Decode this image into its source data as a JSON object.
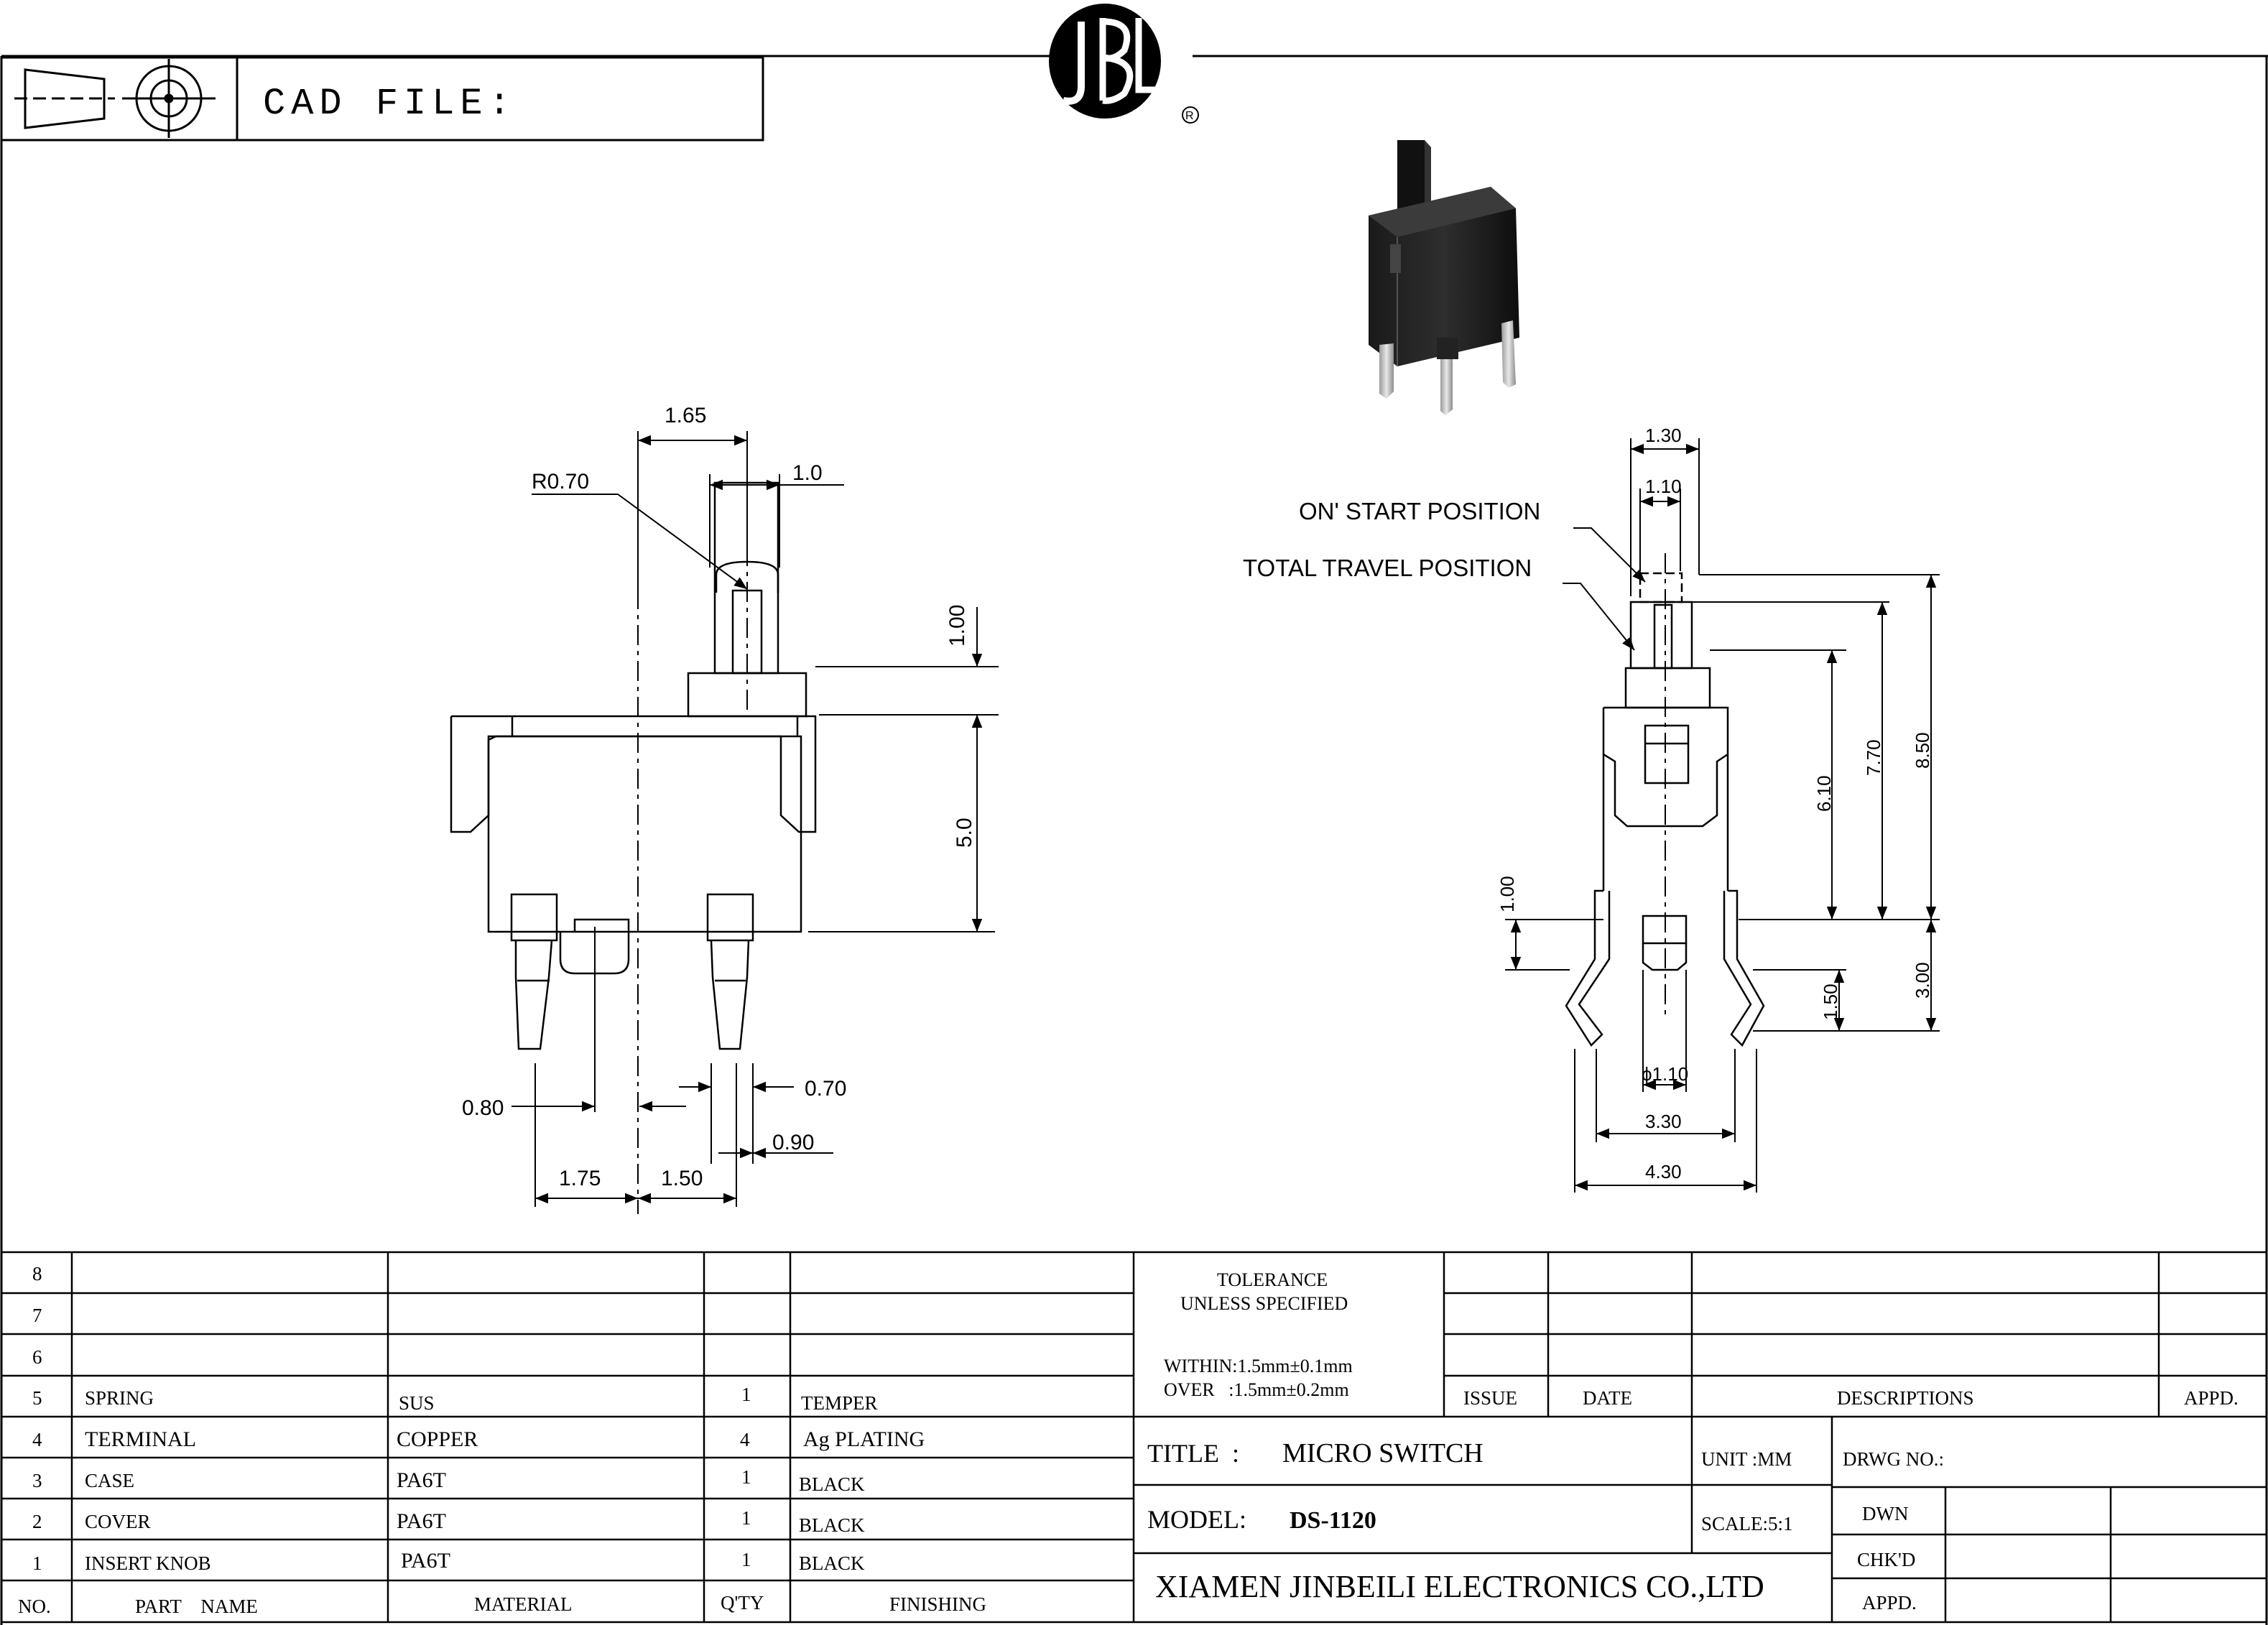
{
  "header": {
    "cad_label": "CAD FILE:",
    "logo_text": "JBL",
    "registered_mark": "R"
  },
  "front_view": {
    "dims": {
      "d165": "1.65",
      "d10": "1.0",
      "r070": "R0.70",
      "d100": "1.00",
      "d50": "5.0",
      "d080": "0.80",
      "d070": "0.70",
      "d090": "0.90",
      "d175": "1.75",
      "d150": "1.50"
    }
  },
  "side_view": {
    "dims": {
      "d130": "1.30",
      "d110": "1.10",
      "on_start": "ON' START POSITION",
      "total_travel": "TOTAL TRAVEL POSITION",
      "d610": "6.10",
      "d770": "7.70",
      "d850": "8.50",
      "d100": "1.00",
      "d300": "3.00",
      "d150": "1.50",
      "phi110": "ϕ1.10",
      "d330": "3.30",
      "d430": "4.30"
    }
  },
  "bom": {
    "header": {
      "no": "NO.",
      "part": "PART    NAME",
      "material": "MATERIAL",
      "qty": "Q'TY",
      "finishing": "FINISHING"
    },
    "rows": [
      {
        "no": "8",
        "part": "",
        "material": "",
        "qty": "",
        "finishing": ""
      },
      {
        "no": "7",
        "part": "",
        "material": "",
        "qty": "",
        "finishing": ""
      },
      {
        "no": "6",
        "part": "",
        "material": "",
        "qty": "",
        "finishing": ""
      },
      {
        "no": "5",
        "part": "SPRING",
        "material": "SUS",
        "qty": "1",
        "finishing": "TEMPER"
      },
      {
        "no": "4",
        "part": "TERMINAL",
        "material": "COPPER",
        "qty": "4",
        "finishing": "Ag PLATING"
      },
      {
        "no": "3",
        "part": "CASE",
        "material": "PA6T",
        "qty": "1",
        "finishing": "BLACK"
      },
      {
        "no": "2",
        "part": "COVER",
        "material": "PA6T",
        "qty": "1",
        "finishing": "BLACK"
      },
      {
        "no": "1",
        "part": "INSERT KNOB",
        "material": "PA6T",
        "qty": "1",
        "finishing": "BLACK"
      }
    ]
  },
  "title_block": {
    "tolerance_1": "TOLERANCE",
    "tolerance_2": "UNLESS SPECIFIED",
    "within": "WITHIN:1.5mm±0.1mm",
    "over": "OVER   :1.5mm±0.2mm",
    "issue": "ISSUE",
    "date": "DATE",
    "descriptions": "DESCRIPTIONS",
    "appd_top": "APPD.",
    "title_label": "TITLE  :",
    "title_value": "MICRO SWITCH",
    "unit": "UNIT :MM",
    "drwg_no": "DRWG  NO.:",
    "model_label": "MODEL:",
    "model_value": "DS-1120",
    "scale": "SCALE:5:1",
    "dwn": "DWN",
    "chkd": "CHK'D",
    "appd": "APPD.",
    "company": "XIAMEN JINBEILI ELECTRONICS CO.,LTD"
  }
}
